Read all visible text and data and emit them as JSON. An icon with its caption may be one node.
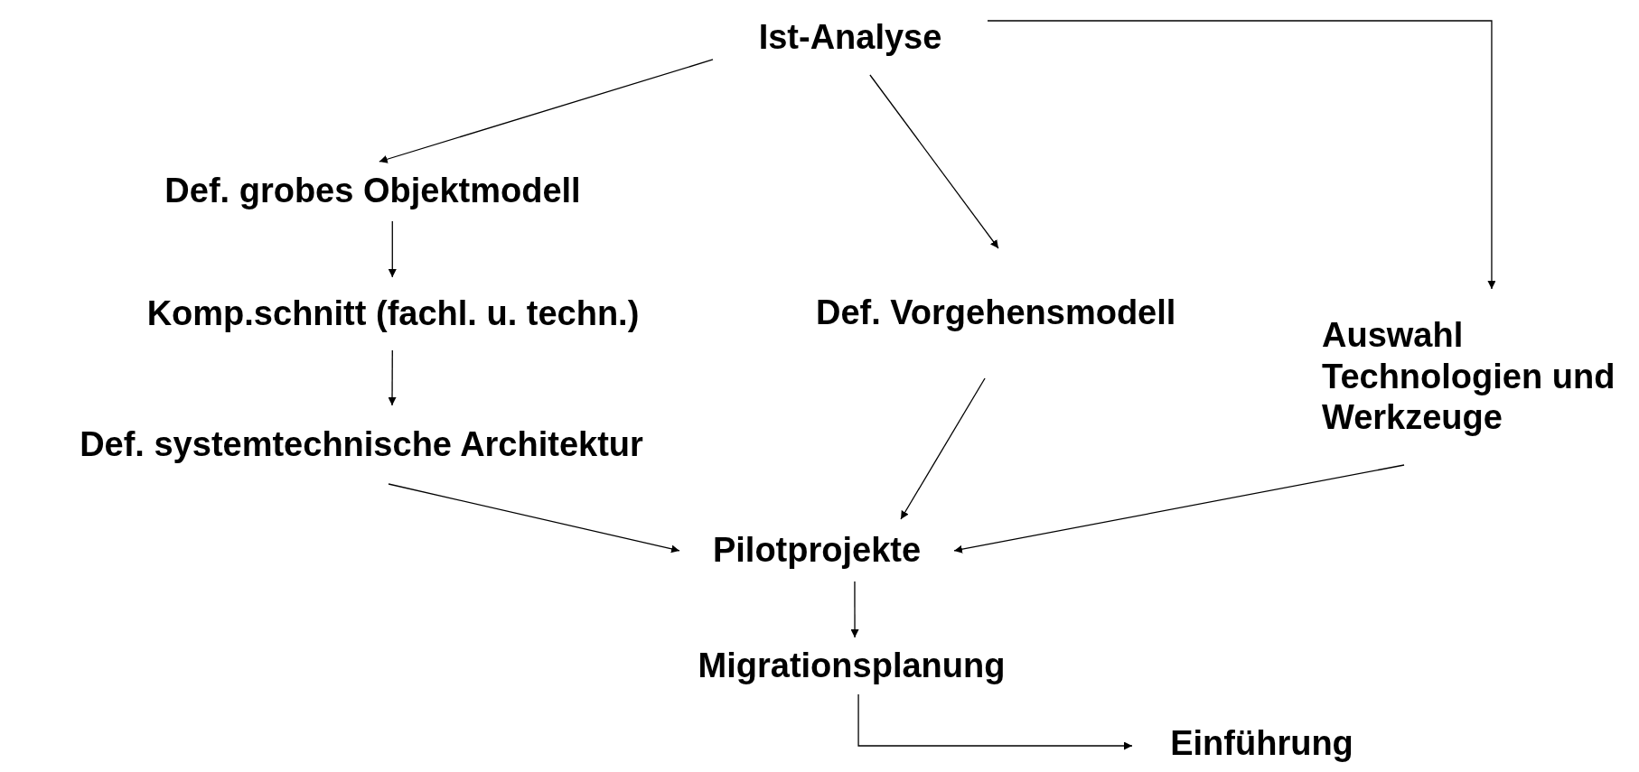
{
  "diagram": {
    "nodes": [
      {
        "text": [
          "Ist-Analyse"
        ]
      },
      {
        "text": [
          "Def. grobes Objektmodell"
        ]
      },
      {
        "text": [
          "Komp.schnitt (fachl. u. techn.)"
        ]
      },
      {
        "text": [
          "Def. systemtechnische Architektur"
        ]
      },
      {
        "text": [
          "Def. Vorgehensmodell"
        ]
      },
      {
        "text": [
          "Auswahl Technologien und Werkzeuge"
        ]
      },
      {
        "text": [
          "Pilotprojekte"
        ]
      },
      {
        "text": [
          "Migrationsplanung"
        ]
      },
      {
        "text": [
          "Einführung"
        ]
      }
    ],
    "edges": [
      {
        "from": 0,
        "to": 1,
        "arrow": "to"
      },
      {
        "from": 0,
        "to": 4,
        "arrow": "to"
      },
      {
        "from": 0,
        "to": 5,
        "arrow": "to"
      },
      {
        "from": 1,
        "to": 2,
        "arrow": "to"
      },
      {
        "from": 2,
        "to": 3,
        "arrow": "to"
      },
      {
        "from": 3,
        "to": 6,
        "arrow": "to"
      },
      {
        "from": 4,
        "to": 6,
        "arrow": "to"
      },
      {
        "from": 5,
        "to": 6,
        "arrow": "to"
      },
      {
        "from": 6,
        "to": 7,
        "arrow": "to"
      },
      {
        "from": 7,
        "to": 8,
        "arrow": "to"
      }
    ]
  }
}
